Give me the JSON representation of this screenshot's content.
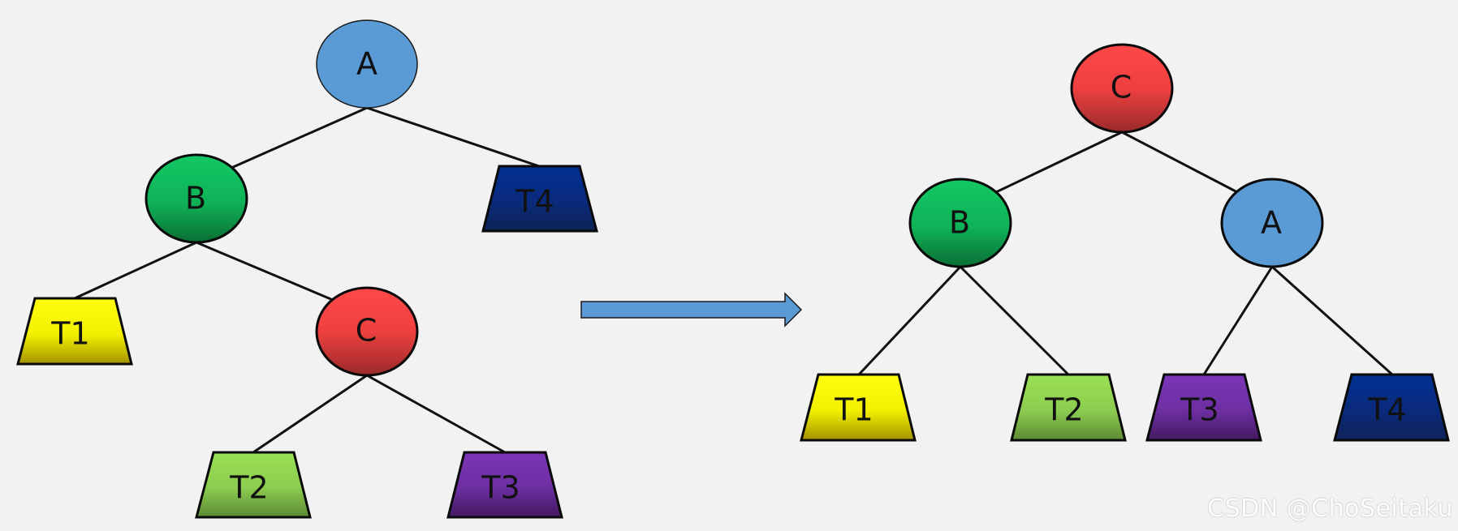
{
  "diagram": {
    "left_tree": {
      "nodes": {
        "A": "A",
        "B": "B",
        "C": "C"
      },
      "subtrees": {
        "T1": "T1",
        "T2": "T2",
        "T3": "T3",
        "T4": "T4"
      }
    },
    "right_tree": {
      "nodes": {
        "C": "C",
        "B": "B",
        "A": "A"
      },
      "subtrees": {
        "T1": "T1",
        "T2": "T2",
        "T3": "T3",
        "T4": "T4"
      }
    }
  },
  "colors": {
    "node_A": "#5b9bd5",
    "node_B": "#11c45f",
    "node_C": "#ff4a4a",
    "subtree_T1": "#ffff00",
    "subtree_T2": "#92d050",
    "subtree_T3": "#7030a0",
    "subtree_T4": "#002a8c",
    "arrow": "#5b9bd5"
  },
  "watermark": "CSDN @ChoSeitaku"
}
